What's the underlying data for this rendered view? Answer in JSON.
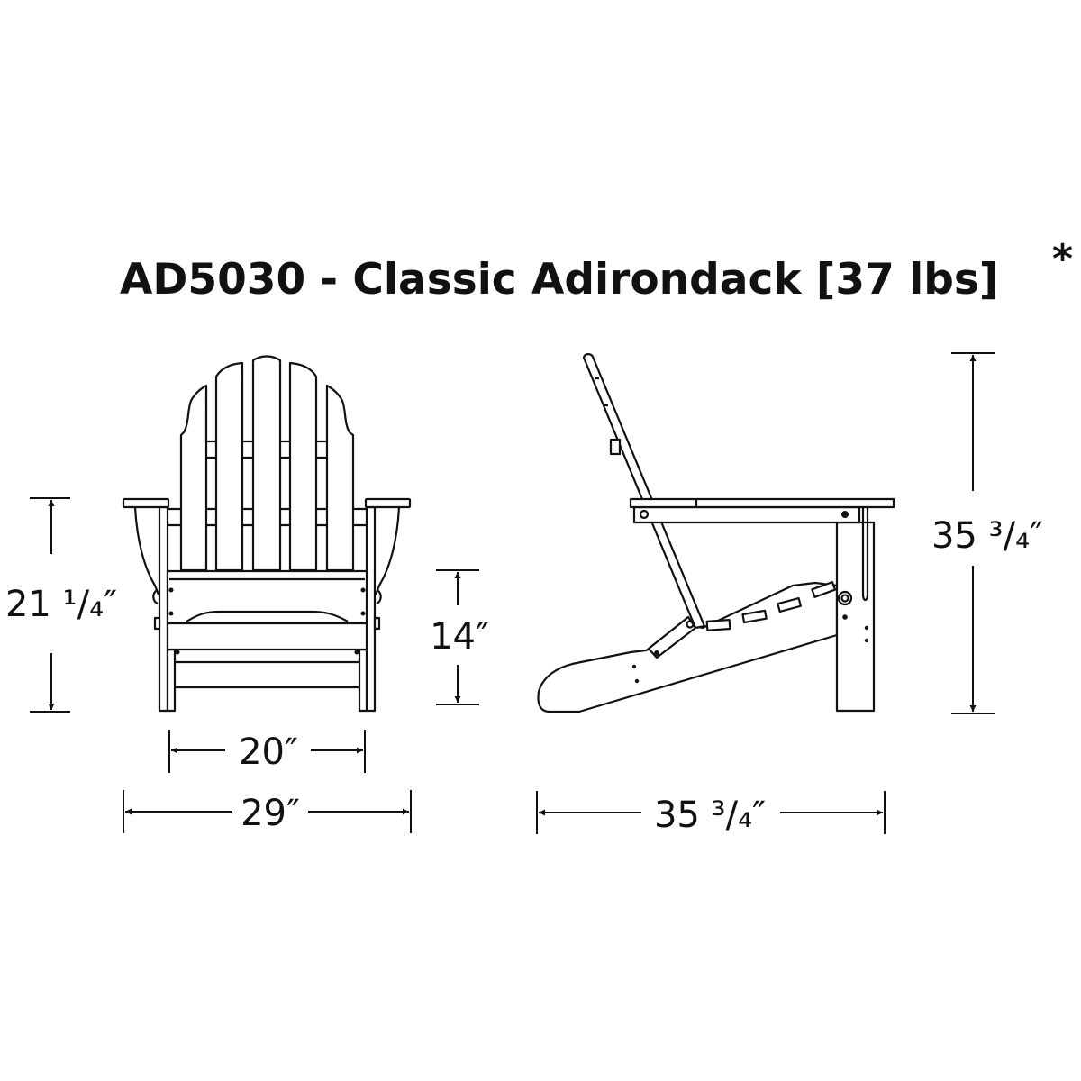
{
  "title": {
    "text": "AD5030 - Classic Adirondack [37 lbs]",
    "footnote_mark": "*"
  },
  "front_view": {
    "arm_height": "21 ¹/₄″",
    "seat_height": "14″",
    "seat_width": "20″",
    "overall_width": "29″"
  },
  "side_view": {
    "overall_height": "35 ³/₄″",
    "overall_depth": "35 ³/₄″"
  },
  "colors": {
    "line": "#111111",
    "background": "#ffffff"
  }
}
